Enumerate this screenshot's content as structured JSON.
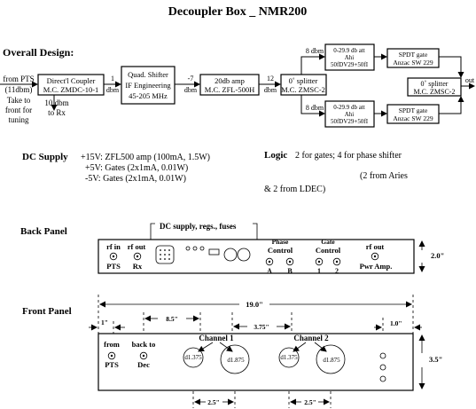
{
  "title": "Decoupler Box _ NMR200",
  "overall": {
    "heading": "Overall Design:",
    "input": [
      "from PTS",
      "(11dbm)",
      "Take to",
      "front for",
      "tuning"
    ],
    "coupler": [
      "Direct'l Coupler",
      "M.C. ZMDC-10-1"
    ],
    "coupler_out_power": "1",
    "coupler_out_unit": "dbm",
    "to_rx": [
      "10 dbm",
      "to Rx"
    ],
    "shifter": [
      "Quad. Shifter",
      "IF Engineering",
      "45-205 MHz"
    ],
    "shifter_out_power": "-7",
    "shifter_out_unit": "dbm",
    "amp": [
      "20db amp",
      "M.C. ZFL-500H"
    ],
    "amp_out_power": "12",
    "amp_out_unit": "dbm",
    "splitter1": [
      "0˚ splitter",
      "M.C. ZMSC-2"
    ],
    "branch_top_power": "8 dbm",
    "branch_bot_power": "8 dbm",
    "atten_top": [
      "0-29.9 db att",
      "Ahi",
      "50fDV29+50fI"
    ],
    "atten_bot": [
      "0-29.9 db att",
      "Ahi",
      "50fDV29+50fI"
    ],
    "gate_top": [
      "SPDT gate",
      "Anzac SW 229"
    ],
    "gate_bot": [
      "SPDT gate",
      "Anzac SW 229"
    ],
    "splitter2": [
      "0˚ splitter",
      "M.C. ZMSC-2"
    ],
    "output": "out"
  },
  "dc_supply": {
    "heading": "DC Supply",
    "lines": [
      "+15V: ZFL500 amp (100mA, 1.5W)",
      "+5V: Gates (2x1mA, 0.01W)",
      "-5V: Gates (2x1mA, 0.01W)"
    ]
  },
  "logic": {
    "heading": "Logic",
    "line1": "2 for gates; 4 for phase shifter",
    "line2": "(2 from Aries",
    "line3": "& 2 from LDEC)"
  },
  "back_panel": {
    "heading": "Back Panel",
    "callout": "DC supply, regs., fuses",
    "rf_in": [
      "rf in",
      "PTS"
    ],
    "rf_out_rx": [
      "rf out",
      "Rx"
    ],
    "phase": [
      "Phase",
      "Control",
      "A",
      "B"
    ],
    "gate": [
      "Gate",
      "Control",
      "1",
      "2"
    ],
    "rf_out_pwr": [
      "rf out",
      "Pwr Amp."
    ],
    "height": "2.0\""
  },
  "front_panel": {
    "heading": "Front Panel",
    "width": "19.0\"",
    "margin_left": "1\"",
    "margin_right": "1.0\"",
    "dim_85": "8.5\"",
    "dim_375": "3.75\"",
    "from_pts": [
      "from",
      "PTS"
    ],
    "back_to_dec": [
      "back to",
      "Dec"
    ],
    "channel1": "Channel 1",
    "channel2": "Channel 2",
    "knob_small": "d1.375",
    "knob_large": "d1.875",
    "height": "3.5\"",
    "dim_25_a": "2.5\"",
    "dim_25_b": "2.5\""
  }
}
